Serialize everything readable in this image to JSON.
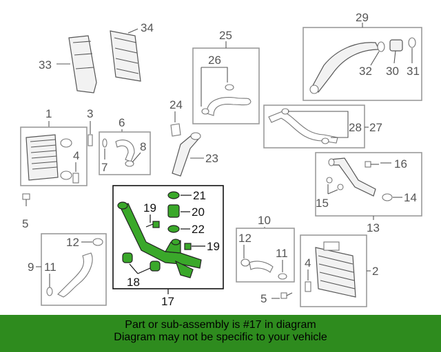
{
  "callouts": {
    "n1": "1",
    "n2": "2",
    "n3": "3",
    "n4a": "4",
    "n4b": "4",
    "n5a": "5",
    "n5b": "5",
    "n6": "6",
    "n7": "7",
    "n8": "8",
    "n9": "9",
    "n10": "10",
    "n11a": "11",
    "n11b": "11",
    "n12a": "12",
    "n12b": "12",
    "n13": "13",
    "n14": "14",
    "n15": "15",
    "n16": "16",
    "n17": "17",
    "n18": "18",
    "n19a": "19",
    "n19b": "19",
    "n20": "20",
    "n21": "21",
    "n22": "22",
    "n23": "23",
    "n24": "24",
    "n25": "25",
    "n26": "26",
    "n27": "27",
    "n28": "28",
    "n29": "29",
    "n30": "30",
    "n31": "31",
    "n32": "32",
    "n33": "33",
    "n34": "34"
  },
  "footer": {
    "line1": "Part or sub-assembly is #17 in diagram",
    "line2": "Diagram may not be specific to your vehicle"
  },
  "colors": {
    "highlight": "#2e8b1e",
    "part_fill_highlight": "#3aa82a"
  }
}
